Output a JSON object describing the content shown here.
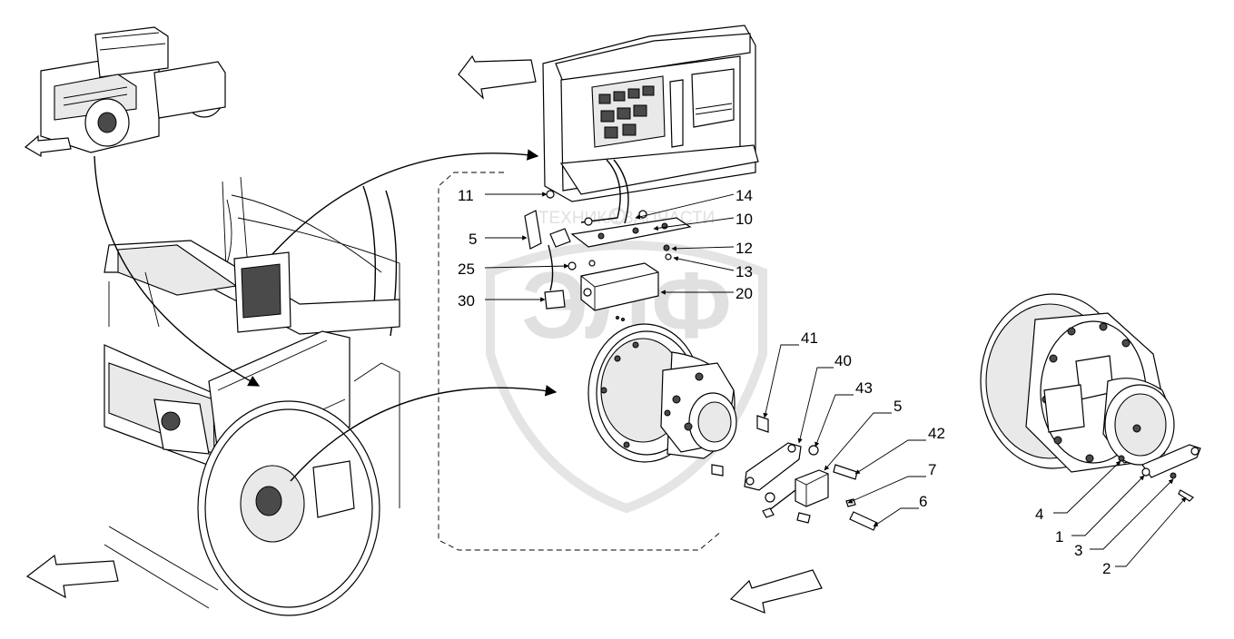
{
  "watermark": {
    "monogram": "ЭЛФ",
    "brand": "ТЕХНИКА ЗАПЧАСТИ"
  },
  "callouts": [
    {
      "id": "c11",
      "text": "11"
    },
    {
      "id": "c14",
      "text": "14"
    },
    {
      "id": "c10",
      "text": "10"
    },
    {
      "id": "c5a",
      "text": "5"
    },
    {
      "id": "c12",
      "text": "12"
    },
    {
      "id": "c25",
      "text": "25"
    },
    {
      "id": "c13",
      "text": "13"
    },
    {
      "id": "c30",
      "text": "30"
    },
    {
      "id": "c20",
      "text": "20"
    },
    {
      "id": "c41",
      "text": "41"
    },
    {
      "id": "c40",
      "text": "40"
    },
    {
      "id": "c43",
      "text": "43"
    },
    {
      "id": "c5b",
      "text": "5"
    },
    {
      "id": "c42",
      "text": "42"
    },
    {
      "id": "c7",
      "text": "7"
    },
    {
      "id": "c6",
      "text": "6"
    },
    {
      "id": "c4",
      "text": "4"
    },
    {
      "id": "c1",
      "text": "1"
    },
    {
      "id": "c3",
      "text": "3"
    },
    {
      "id": "c2",
      "text": "2"
    }
  ]
}
